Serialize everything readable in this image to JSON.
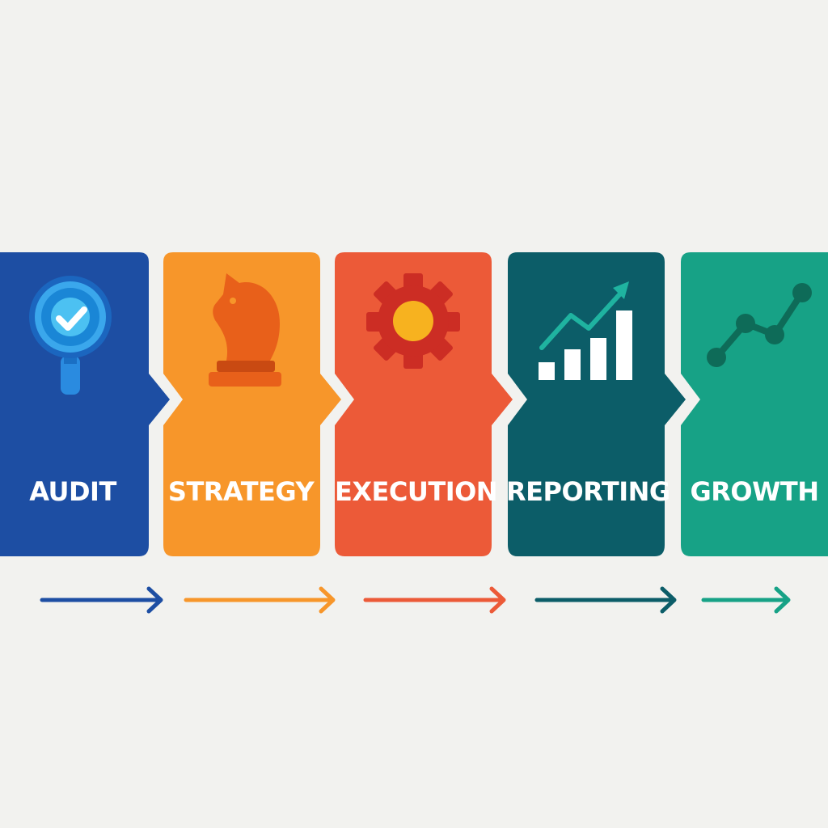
{
  "steps": [
    {
      "label": "AUDIT",
      "color": "#1d4ea3",
      "icon": "magnifier-check-icon"
    },
    {
      "label": "STRATEGY",
      "color": "#f7962a",
      "icon": "chess-knight-icon"
    },
    {
      "label": "EXECUTION",
      "color": "#ec5a38",
      "icon": "gear-icon"
    },
    {
      "label": "REPORTING",
      "color": "#0c5d68",
      "icon": "bar-chart-growth-icon"
    },
    {
      "label": "GROWTH",
      "color": "#17a286",
      "icon": "line-chart-icon"
    }
  ]
}
